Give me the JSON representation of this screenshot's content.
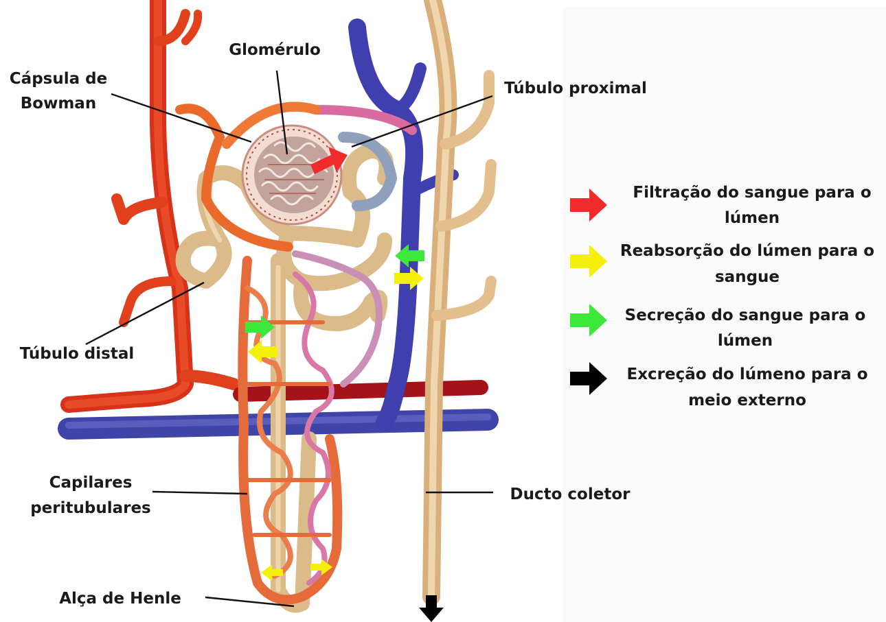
{
  "labels": {
    "glomerulo": "Glomérulo",
    "capsula_line1": "Cápsula de",
    "capsula_line2": "Bowman",
    "tubulo_proximal": "Túbulo proximal",
    "tubulo_distal": "Túbulo distal",
    "capilares_line1": "Capilares",
    "capilares_line2": "peritubulares",
    "ducto_coletor": "Ducto coletor",
    "alca_henle": "Alça de Henle"
  },
  "legend": [
    {
      "color": "#f12b2b",
      "line1": "Filtração do sangue para o",
      "line2": "lúmen"
    },
    {
      "color": "#f5f00a",
      "line1": "Reabsorção do lúmen para o",
      "line2": "sangue"
    },
    {
      "color": "#3ee83a",
      "line1": "Secreção do sangue para o",
      "line2": "lúmen"
    },
    {
      "color": "#000000",
      "line1": "Excreção do lúmeno para o",
      "line2": "meio externo"
    }
  ],
  "colors": {
    "artery": "#e8401c",
    "vein": "#4a4fb8",
    "tubule": "#e9c48e",
    "capillary_orange": "#e9703a",
    "capillary_pink": "#d97aa8",
    "capsule": "#f2d8cc",
    "glomerulus": "#b98f86"
  }
}
